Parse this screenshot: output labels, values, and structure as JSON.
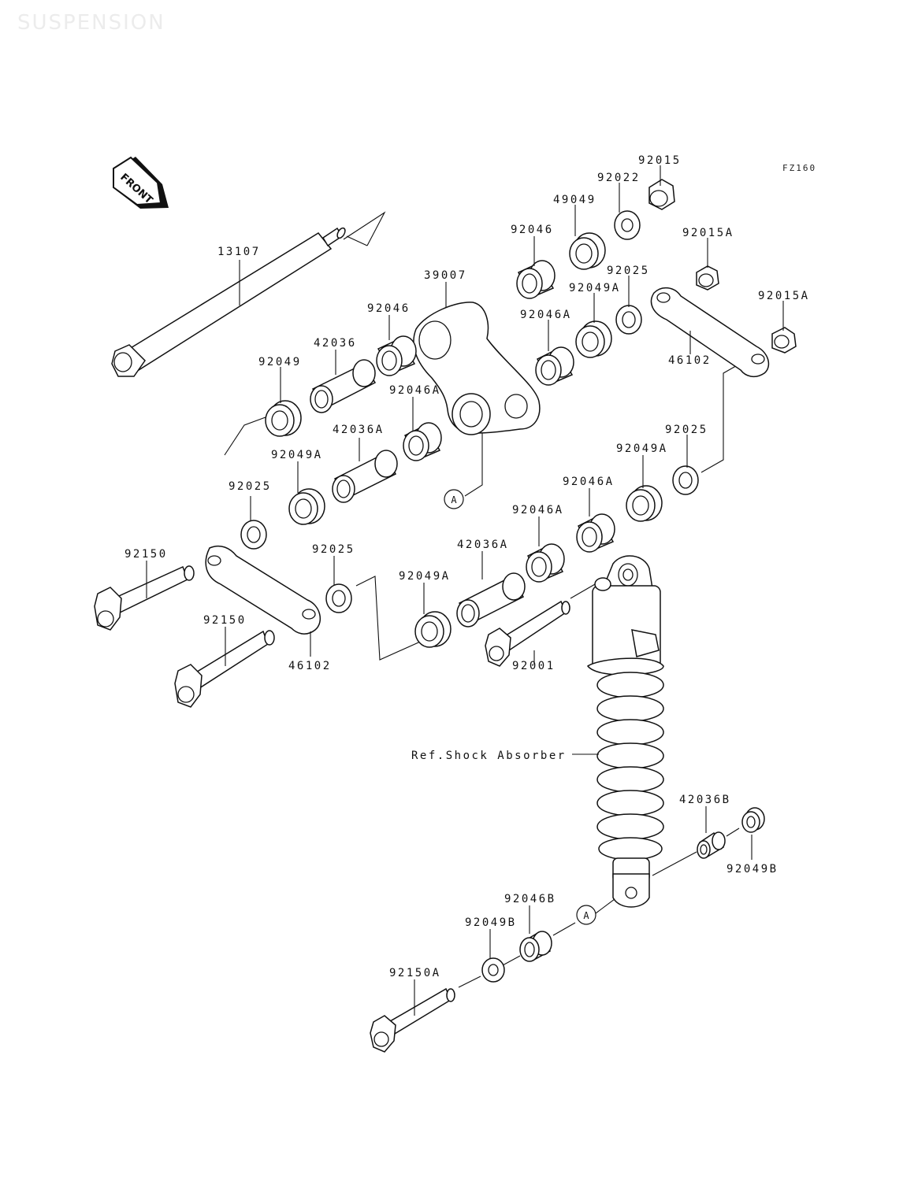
{
  "watermark": "SUSPENSION",
  "figure_code": "FZ160",
  "front_label": "FRONT",
  "callout_marker": "A",
  "parts": [
    {
      "id": "13107",
      "label": "13107"
    },
    {
      "id": "39007",
      "label": "39007"
    },
    {
      "id": "92046-upper",
      "label": "92046"
    },
    {
      "id": "92046-top",
      "label": "92046"
    },
    {
      "id": "42036",
      "label": "42036"
    },
    {
      "id": "92049-left",
      "label": "92049"
    },
    {
      "id": "92046A-mid",
      "label": "92046A"
    },
    {
      "id": "42036A-mid",
      "label": "42036A"
    },
    {
      "id": "92049A-left",
      "label": "92049A"
    },
    {
      "id": "92025-left",
      "label": "92025"
    },
    {
      "id": "92150-upper",
      "label": "92150"
    },
    {
      "id": "92150-lower",
      "label": "92150"
    },
    {
      "id": "46102-left",
      "label": "46102"
    },
    {
      "id": "92025-low",
      "label": "92025"
    },
    {
      "id": "92049A-low",
      "label": "92049A"
    },
    {
      "id": "42036A-low",
      "label": "42036A"
    },
    {
      "id": "92046A-low",
      "label": "92046A"
    },
    {
      "id": "92046A-lowright",
      "label": "92046A"
    },
    {
      "id": "92049A-right",
      "label": "92049A"
    },
    {
      "id": "92025-right",
      "label": "92025"
    },
    {
      "id": "92001",
      "label": "92001"
    },
    {
      "id": "49049",
      "label": "49049"
    },
    {
      "id": "92022",
      "label": "92022"
    },
    {
      "id": "92015",
      "label": "92015"
    },
    {
      "id": "92015A-top",
      "label": "92015A"
    },
    {
      "id": "92015A-right",
      "label": "92015A"
    },
    {
      "id": "92025-top",
      "label": "92025"
    },
    {
      "id": "92049A-top",
      "label": "92049A"
    },
    {
      "id": "92046A-top",
      "label": "92046A"
    },
    {
      "id": "46102-right",
      "label": "46102"
    },
    {
      "id": "ref-shock",
      "label": "Ref.Shock Absorber"
    },
    {
      "id": "42036B",
      "label": "42036B"
    },
    {
      "id": "92049B-right",
      "label": "92049B"
    },
    {
      "id": "92046B",
      "label": "92046B"
    },
    {
      "id": "92049B-left",
      "label": "92049B"
    },
    {
      "id": "92150A",
      "label": "92150A"
    }
  ]
}
